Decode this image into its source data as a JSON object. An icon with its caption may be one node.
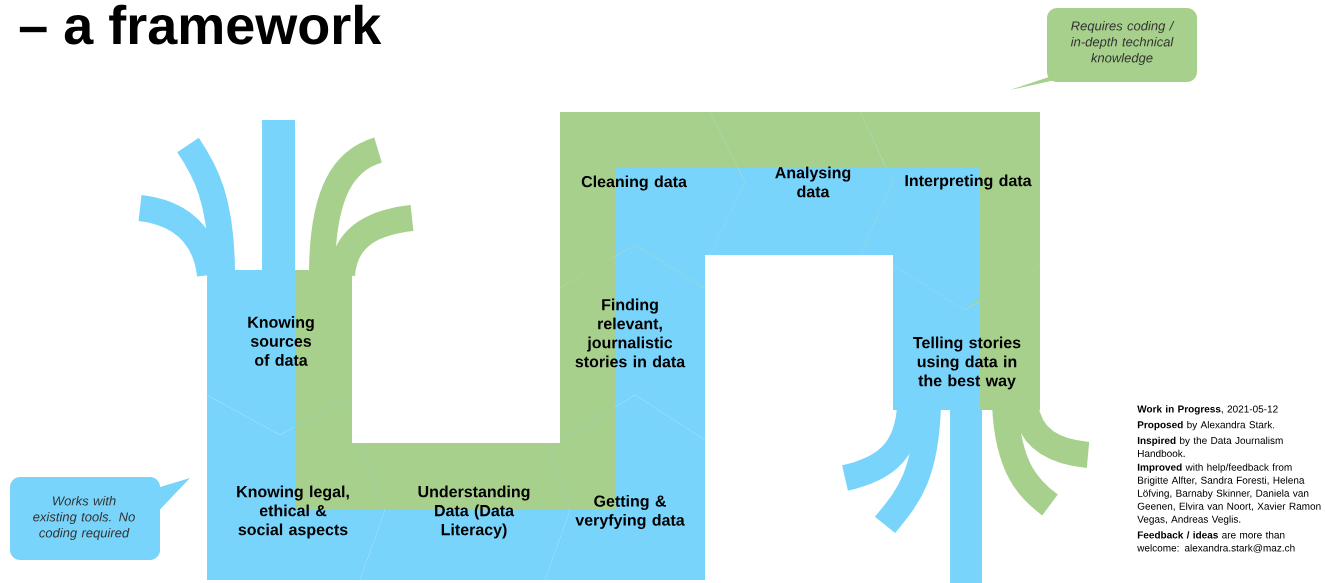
{
  "diagram": {
    "title": "– a framework",
    "nodes": [
      {
        "text": [
          "Knowing sources of data"
        ]
      },
      {
        "text": [
          "Knowing legal, ethical & social aspects"
        ]
      },
      {
        "text": [
          "Understanding Data (Data Literacy)"
        ]
      },
      {
        "text": [
          "Getting & veryfying data"
        ]
      },
      {
        "text": [
          "Finding relevant, journalistic stories in data"
        ]
      },
      {
        "text": [
          "Cleaning data"
        ]
      },
      {
        "text": [
          "Analysing data"
        ]
      },
      {
        "text": [
          "Interpreting data"
        ]
      },
      {
        "text": [
          "Telling stories using data in the best way"
        ]
      },
      {
        "text": [
          "Requires coding / in-depth technical knowledge"
        ]
      },
      {
        "text": [
          "Works with existing tools. No coding required"
        ]
      }
    ],
    "labels": [
      "**Work in Progress**, 2021-05-12",
      "**Proposed** by Alexandra Stark.",
      "**Inspired** by the Data Journalism Handbook.",
      "**Improved** with help/feedback from Brigitte Alfter, Sandra Foresti, Helena Löfving, Barnaby Skinner, Daniela van Geenen, Elvira van Noort, Xavier Ramon Vegas, Andreas Veglis.",
      "**Feedback / ideas** are more than welcome: alexandra.stark@maz.ch"
    ]
  }
}
